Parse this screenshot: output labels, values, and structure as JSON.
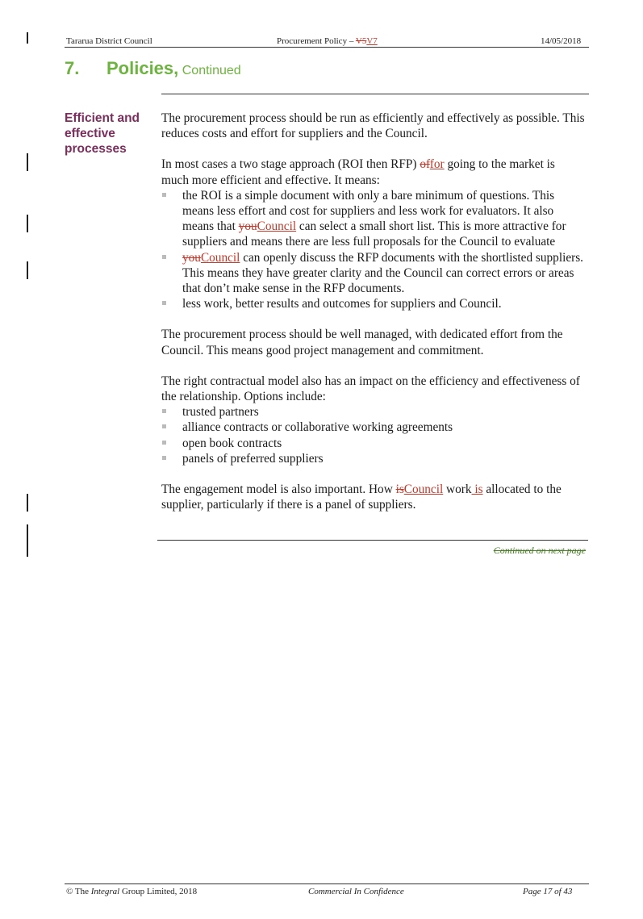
{
  "header": {
    "left": "Tararua District Council",
    "center_prefix": "Procurement Policy – ",
    "center_deleted": "V5",
    "center_inserted": "V7",
    "right": "14/05/2018"
  },
  "section": {
    "number": "7.",
    "title": "Policies,",
    "continued": "Continued"
  },
  "side_heading": {
    "line1": "Efficient and",
    "line2": "effective",
    "line3": "processes"
  },
  "body": {
    "p1": "The procurement process should be run as efficiently and effectively as possible.  This reduces costs and effort for suppliers and the Council.",
    "p2_a": "In most cases a two stage approach (ROI then RFP) ",
    "p2_del": "of",
    "p2_ins": "for",
    "p2_b": " going to the market is much more efficient and effective.  It means:",
    "b1_a": "the ROI is a simple document with only a bare minimum of questions. This means less effort and cost for suppliers and less work for evaluators. It also means that ",
    "b1_del": "you",
    "b1_ins": "Council",
    "b1_b": " can select a small short list.  This is more attractive for suppliers and means there are less full proposals for the Council to evaluate",
    "b2_del": "you",
    "b2_ins": "Council",
    "b2_b": " can openly discuss the RFP documents with the shortlisted suppliers.  This means they have greater clarity and the Council can correct errors or areas that don’t make sense in the RFP documents.",
    "b3": "less work, better results and outcomes for suppliers and Council.",
    "p3": "The procurement process should be well managed, with dedicated effort from the Council.  This means good project management and commitment.",
    "p4": "The right contractual model also has an impact on the efficiency and effectiveness of the relationship.  Options include:",
    "options": [
      "trusted partners",
      "alliance contracts or collaborative working agreements",
      "open book contracts",
      "panels of preferred suppliers"
    ],
    "p5_a": "The engagement model is also important.  How ",
    "p5_del": "is",
    "p5_ins": "Council",
    "p5_b": " work",
    "p5_ins2": " is",
    "p5_c": " allocated to the supplier, particularly if there is a panel of suppliers."
  },
  "continued_next": "Continued on next page",
  "footer": {
    "left_a": "© The ",
    "left_italic": "Integral",
    "left_b": " Group Limited, 2018",
    "center": "Commercial In Confidence",
    "right": "Page 17 of 43"
  }
}
